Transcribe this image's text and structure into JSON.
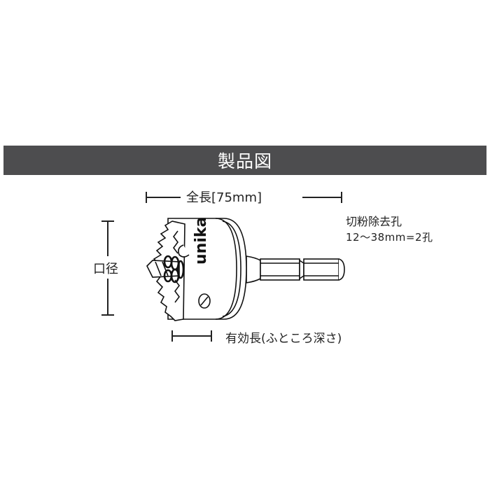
{
  "header": {
    "title": "製品図",
    "background_color": "#4d4d4f",
    "text_color": "#ffffff"
  },
  "dimensions": {
    "overall_length": {
      "label": "全長[75mm]"
    },
    "diameter": {
      "label": "口径"
    },
    "effective_length": {
      "label": "有効長(ふところ深さ)"
    }
  },
  "chip_removal": {
    "title": "切粉除去孔",
    "detail": "12〜38mm=2孔"
  },
  "product": {
    "brand_mark": "unika",
    "parts": [
      "saw-teeth",
      "pilot-drill",
      "spring",
      "body",
      "screw",
      "hex-shank"
    ]
  }
}
